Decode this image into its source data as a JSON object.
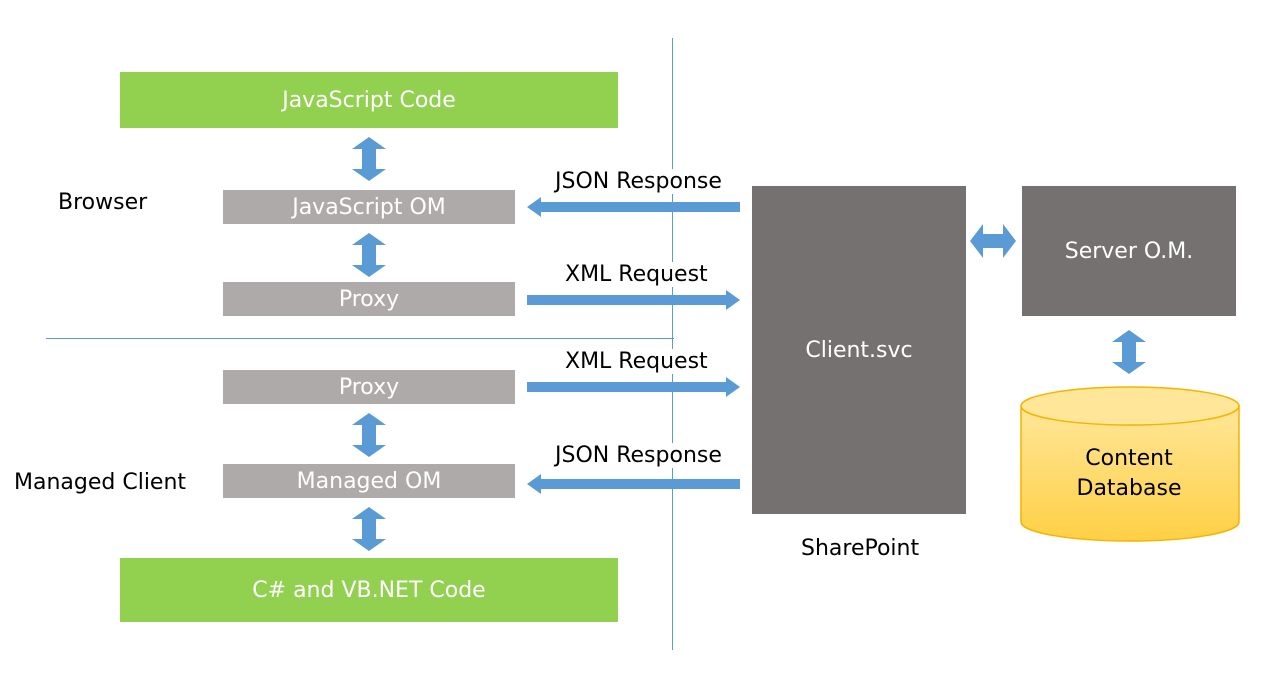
{
  "browser": {
    "label": "Browser",
    "code_box": "JavaScript Code",
    "om_box": "JavaScript OM",
    "proxy_box": "Proxy",
    "response_label": "JSON Response",
    "request_label": "XML Request"
  },
  "managed": {
    "label": "Managed Client",
    "proxy_box": "Proxy",
    "om_box": "Managed OM",
    "code_box": "C# and VB.NET Code",
    "request_label": "XML Request",
    "response_label": "JSON Response"
  },
  "server": {
    "client_svc": "Client.svc",
    "server_om": "Server O.M.",
    "sharepoint_label": "SharePoint",
    "database_line1": "Content",
    "database_line2": "Database"
  },
  "colors": {
    "green": "#92d050",
    "light_gray": "#aeaaaa",
    "dark_gray": "#767171",
    "arrow_blue": "#5b9bd5",
    "database_gold": "#ffd966"
  }
}
